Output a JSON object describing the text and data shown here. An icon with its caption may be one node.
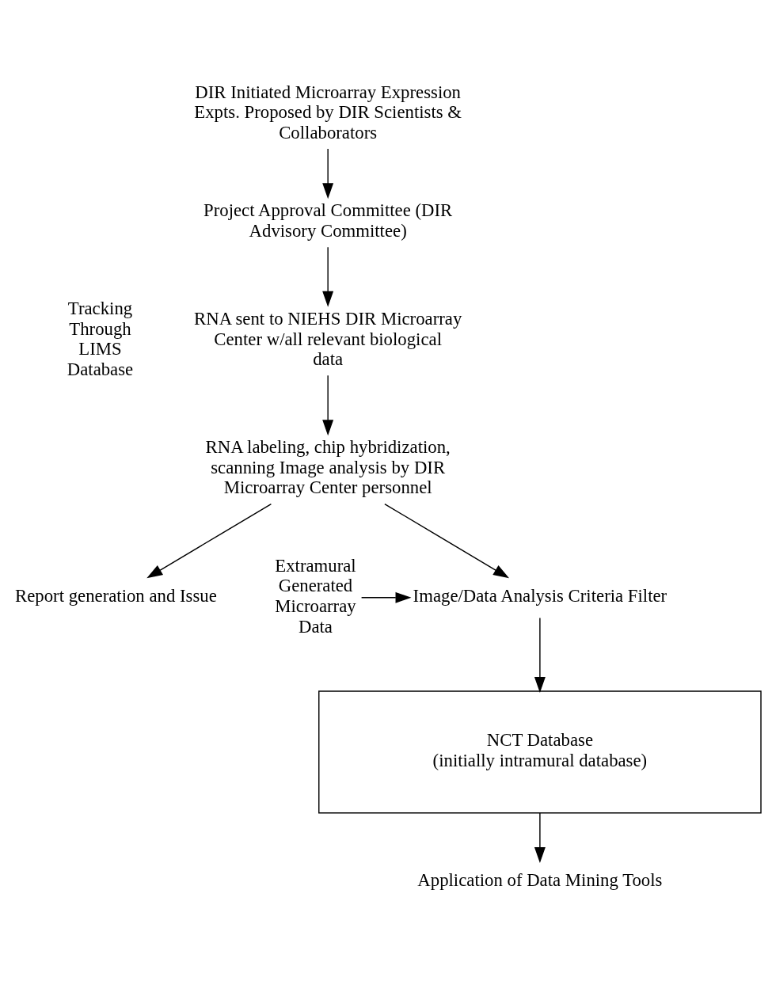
{
  "diagram": {
    "nodes": [
      {
        "text": [
          "DIR Initiated Microarray Expression Expts. Proposed by DIR Scientists & Collaborators"
        ]
      },
      {
        "text": [
          "Project Approval Committee (DIR Advisory Committee)"
        ]
      },
      {
        "text": [
          "RNA sent to NIEHS DIR Microarray Center w/all relevant biological data"
        ]
      },
      {
        "text": [
          "RNA labeling, chip hybridization, scanning Image analysis by DIR Microarray Center personnel"
        ]
      },
      {
        "text": [
          "Report generation and Issue"
        ]
      },
      {
        "text": [
          "Extramural Generated Microarray Data"
        ]
      },
      {
        "text": [
          "Image/Data Analysis Criteria Filter"
        ]
      },
      {
        "text": [
          "NCT Database",
          "(initially intramural database)"
        ]
      },
      {
        "text": [
          "Application of Data Mining Tools"
        ]
      }
    ],
    "edges": [
      {
        "from": 0,
        "to": 1,
        "arrow": "to"
      },
      {
        "from": 1,
        "to": 2,
        "arrow": "to"
      },
      {
        "from": 2,
        "to": 3,
        "arrow": "to"
      },
      {
        "from": 3,
        "to": 6,
        "arrow": "to"
      },
      {
        "from": 3,
        "to": 4,
        "arrow": "to"
      },
      {
        "from": 5,
        "to": 6,
        "arrow": "to"
      },
      {
        "from": 6,
        "to": 7,
        "arrow": "to"
      },
      {
        "from": 7,
        "to": 8,
        "arrow": "to"
      }
    ],
    "labels": [
      "Tracking Through LIMS Database"
    ]
  }
}
